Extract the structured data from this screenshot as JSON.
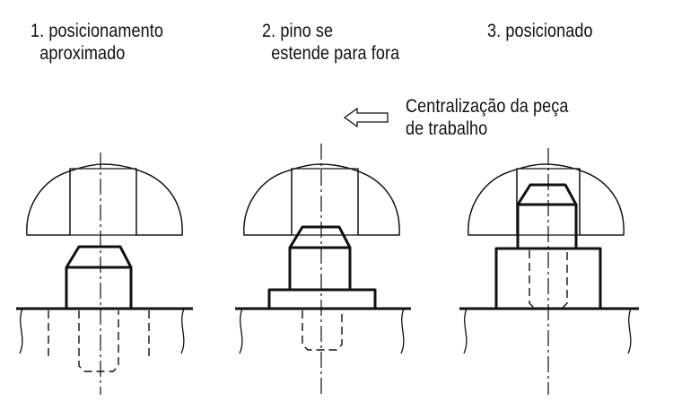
{
  "labels": {
    "step1": "1. posicionamento\n  aproximado",
    "step2": "2. pino se\n  estende para fora",
    "step3": "3. posicionado",
    "direction": "Centralização da peça\nde trabalho"
  },
  "colors": {
    "line": "#111111",
    "background": "#ffffff"
  },
  "icons": {
    "direction_arrow": "left-arrow-icon"
  }
}
